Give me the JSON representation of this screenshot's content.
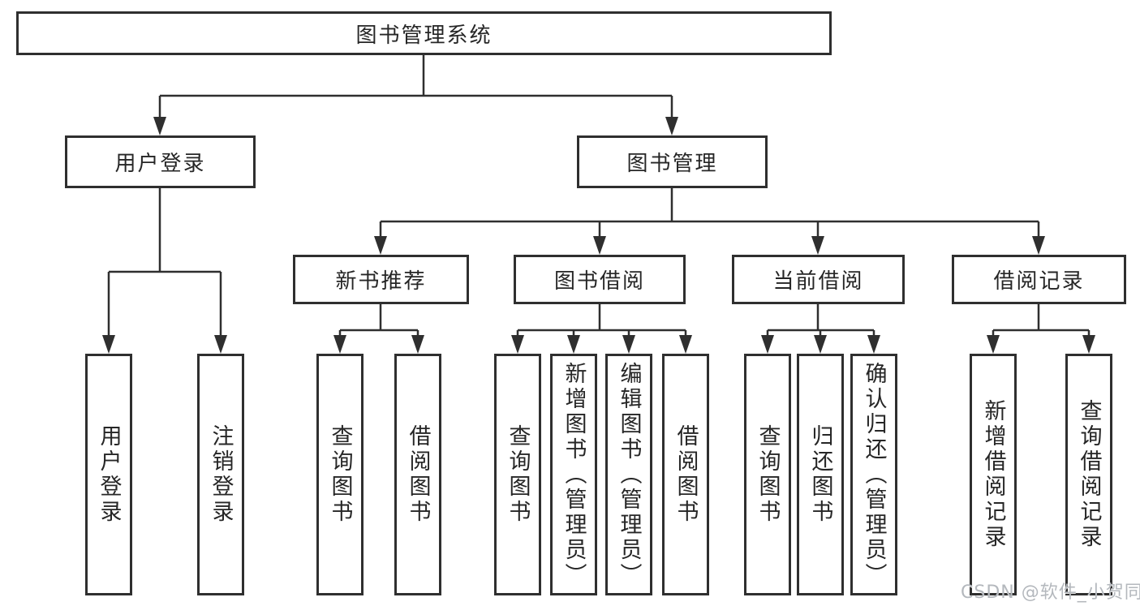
{
  "diagram": {
    "root": {
      "label": "图书管理系统"
    },
    "branches": [
      {
        "label": "用户登录",
        "parent": "图书管理系统"
      },
      {
        "label": "图书管理",
        "parent": "图书管理系统"
      }
    ],
    "modules": [
      {
        "label": "新书推荐",
        "parent": "图书管理"
      },
      {
        "label": "图书借阅",
        "parent": "图书管理"
      },
      {
        "label": "当前借阅",
        "parent": "图书管理"
      },
      {
        "label": "借阅记录",
        "parent": "图书管理"
      }
    ],
    "leaves": [
      {
        "label": "用户登录",
        "parent": "用户登录"
      },
      {
        "label": "注销登录",
        "parent": "用户登录"
      },
      {
        "label": "查询图书",
        "parent": "新书推荐"
      },
      {
        "label": "借阅图书",
        "parent": "新书推荐"
      },
      {
        "label": "查询图书",
        "parent": "图书借阅"
      },
      {
        "label": "新增图书（管理员）",
        "parent": "图书借阅"
      },
      {
        "label": "编辑图书（管理员）",
        "parent": "图书借阅"
      },
      {
        "label": "借阅图书",
        "parent": "图书借阅"
      },
      {
        "label": "查询图书",
        "parent": "当前借阅"
      },
      {
        "label": "归还图书",
        "parent": "当前借阅"
      },
      {
        "label": "确认归还（管理员）",
        "parent": "当前借阅"
      },
      {
        "label": "新增借阅记录",
        "parent": "借阅记录"
      },
      {
        "label": "查询借阅记录",
        "parent": "借阅记录"
      }
    ]
  },
  "watermark": {
    "text": "CSDN @软件_小贺同学"
  },
  "colors": {
    "line": "#2f2f2f",
    "box_border": "#2f2f2f",
    "text": "#262626",
    "watermark": "#b4b8bd",
    "background": "#ffffff"
  }
}
